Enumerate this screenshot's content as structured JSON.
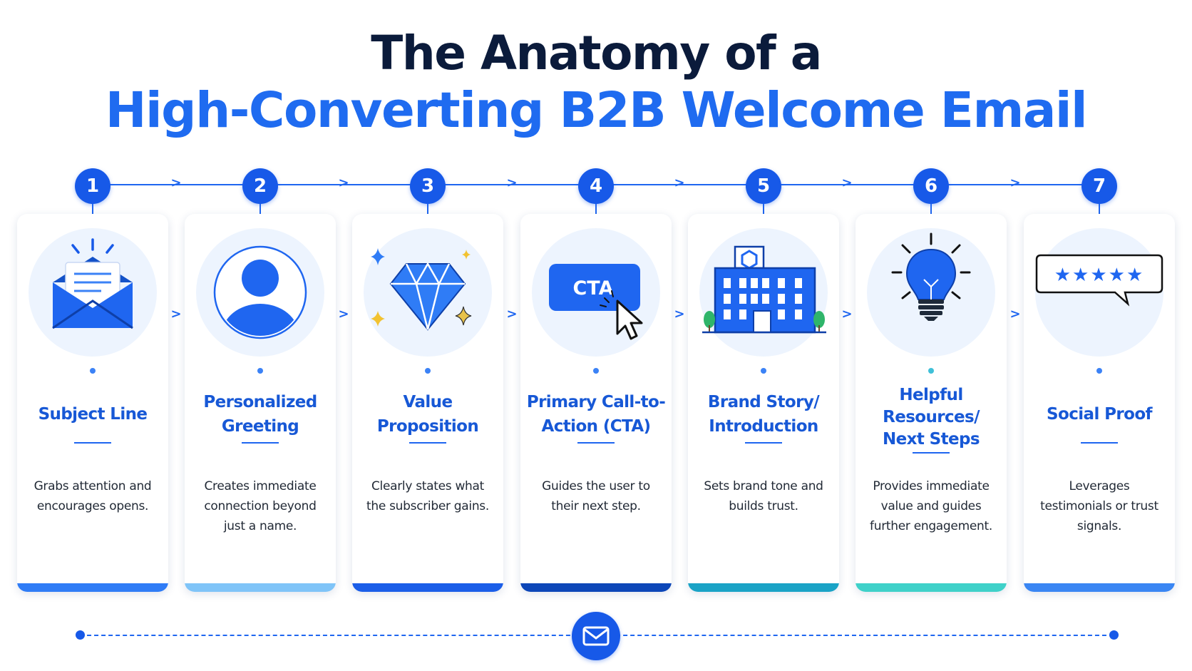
{
  "header": {
    "title_line1": "The Anatomy of a",
    "title_line2": "High-Converting B2B Welcome Email"
  },
  "colors": {
    "primary": "#1759e8",
    "heading_dark": "#0b1b3b",
    "heading_blue": "#1f6bf0"
  },
  "steps": [
    {
      "number": "1",
      "title": "Subject Line",
      "description": "Grabs attention and encourages opens.",
      "icon": "envelope-letter-icon",
      "accent": "#2f7cf6"
    },
    {
      "number": "2",
      "title": "Personalized Greeting",
      "description": "Creates immediate connection beyond just a name.",
      "icon": "user-avatar-icon",
      "accent": "#7fc4f8"
    },
    {
      "number": "3",
      "title": "Value Proposition",
      "description": "Clearly states what the subscriber gains.",
      "icon": "diamond-icon",
      "accent": "#1b5ee8"
    },
    {
      "number": "4",
      "title": "Primary Call-to-Action (CTA)",
      "description": "Guides the user to their next step.",
      "icon": "cta-button-cursor-icon",
      "button_text": "CTA",
      "accent": "#0d47b8"
    },
    {
      "number": "5",
      "title": "Brand Story/ Introduction",
      "description": "Sets brand tone and builds trust.",
      "icon": "office-building-icon",
      "accent": "#1aa3c6"
    },
    {
      "number": "6",
      "title": "Helpful Resources/ Next Steps",
      "description": "Provides immediate value and guides further engagement.",
      "icon": "lightbulb-icon",
      "accent": "#3fd1c9"
    },
    {
      "number": "7",
      "title": "Social Proof",
      "description": "Leverages testimonials or trust signals.",
      "icon": "star-rating-bubble-icon",
      "accent": "#3a86f3"
    }
  ],
  "footer": {
    "icon": "envelope-icon"
  }
}
